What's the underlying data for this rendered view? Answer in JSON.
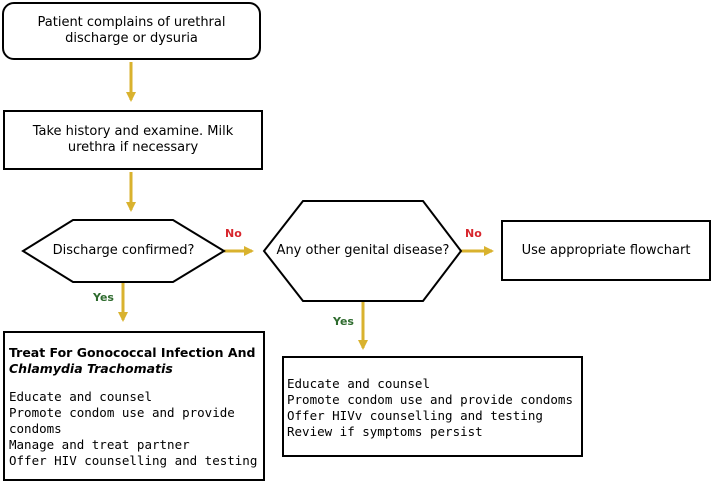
{
  "colors": {
    "arrow": "#d9b22e",
    "yes": "#2e6b2e",
    "no": "#d8262d",
    "border": "#000000"
  },
  "nodes": {
    "start": "Patient complains of urethral discharge or dysuria",
    "history": "Take history and examine. Milk urethra if necessary",
    "q_discharge": "Discharge confirmed?",
    "q_other": "Any other genital disease?",
    "flowchart": "Use appropriate flowchart",
    "treat_title_1": "Treat For Gonococcal Infection And",
    "treat_title_2": "Chlamydia Trachomatis",
    "treat_items": [
      "Educate and counsel",
      "Promote condom use and provide condoms",
      "Manage and treat partner",
      "Offer HIV counselling and testing"
    ],
    "educate_items": [
      "Educate and counsel",
      "Promote condom use and provide condoms",
      "Offer HIVv counselling and testing",
      "Review if symptoms persist"
    ]
  },
  "labels": {
    "yes": "Yes",
    "no": "No"
  }
}
